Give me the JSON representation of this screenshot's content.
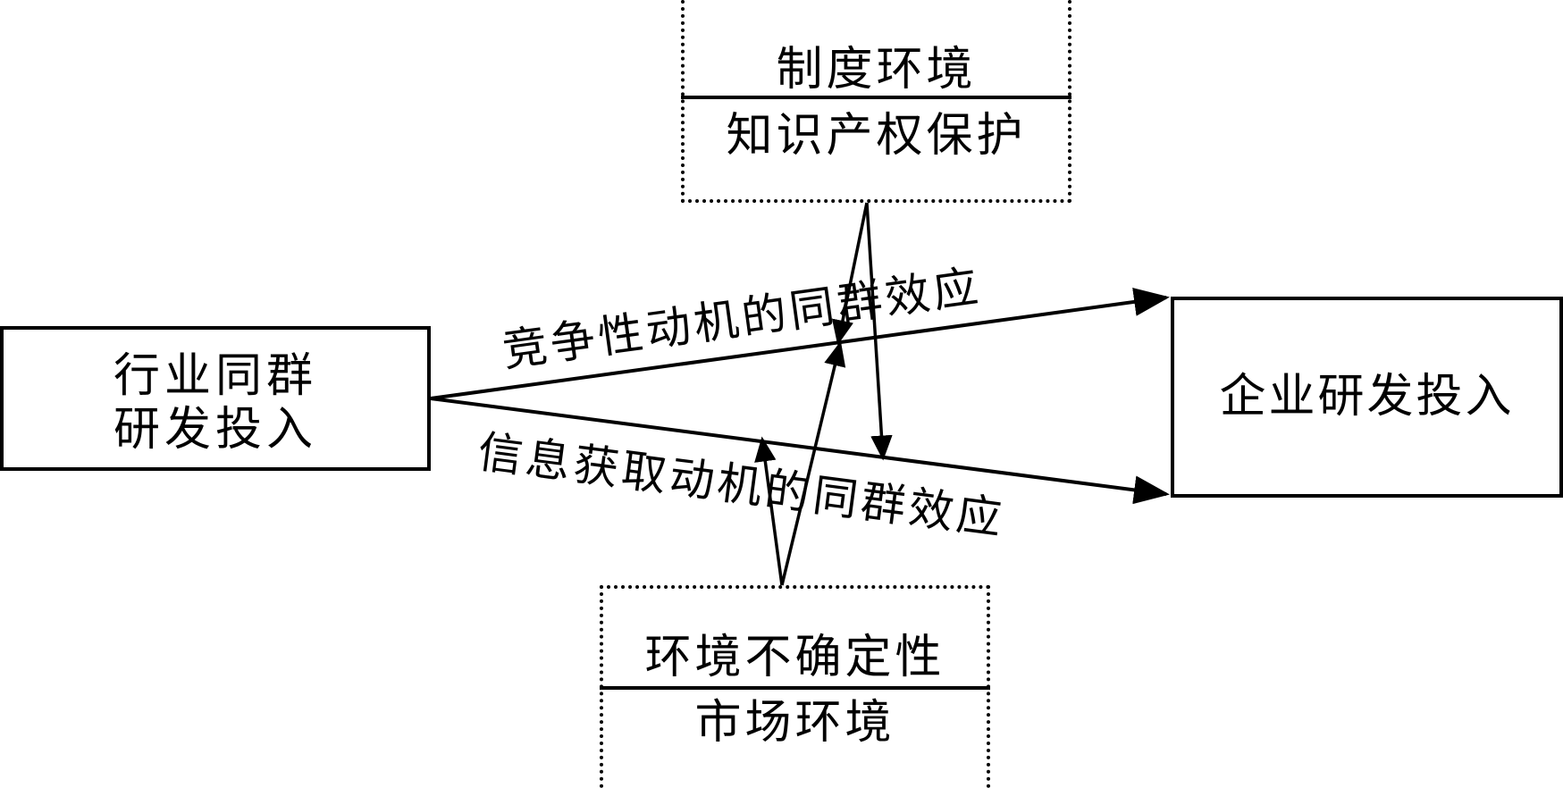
{
  "nodes": {
    "peer_rd": {
      "line1": "行业同群",
      "line2": "研发投入"
    },
    "firm_rd": {
      "label": "企业研发投入"
    }
  },
  "moderators": {
    "institutional": {
      "top": "制度环境",
      "bottom": "知识产权保护"
    },
    "market": {
      "top": "环境不确定性",
      "bottom": "市场环境"
    }
  },
  "edges": {
    "competitive": "竞争性动机的同群效应",
    "information": "信息获取动机的同群效应"
  }
}
